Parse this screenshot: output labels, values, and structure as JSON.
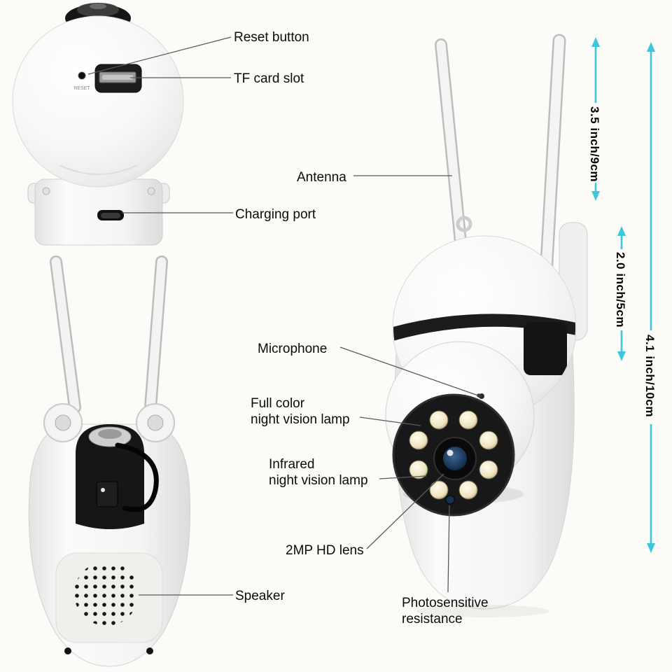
{
  "diagram": {
    "title_context": "security camera parts diagram",
    "labels": {
      "reset_button": "Reset button",
      "tf_card_slot": "TF card slot",
      "antenna": "Antenna",
      "charging_port": "Charging port",
      "microphone": "Microphone",
      "full_color_lamp": "Full color\nnight vision lamp",
      "infrared_lamp": "Infrared\nnight vision lamp",
      "hd_lens": "2MP HD lens",
      "photosensitive": "Photosensitive\nresistance",
      "speaker": "Speaker"
    },
    "dimensions": {
      "antenna_height": "3.5 inch/9cm",
      "head_height": "2.0 inch/5cm",
      "body_height": "4.1 inch/10cm"
    },
    "markings": {
      "reset": "RESET"
    },
    "colors": {
      "accent_cyan": "#3cc8dc",
      "leader_line": "#5a5a5a",
      "label_text": "#0b0b0b",
      "background": "#fcfbf8"
    }
  }
}
